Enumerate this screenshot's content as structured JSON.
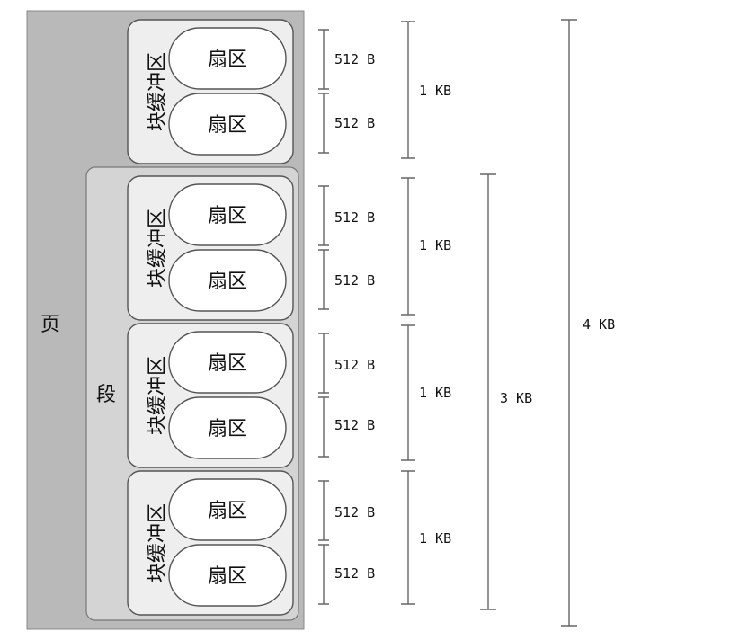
{
  "labels": {
    "page": "页",
    "segment": "段",
    "buffer": "块缓冲区",
    "sector": "扇区"
  },
  "sizes": {
    "sector": "512 B",
    "buffer": "1 KB",
    "segment": "3 KB",
    "page": "4 KB"
  },
  "colors": {
    "page_fill": "#b9b9b9",
    "segment_fill": "#d4d4d4",
    "buffer_fill": "#eeeeee",
    "sector_fill": "#ffffff",
    "outline": "#555555"
  }
}
